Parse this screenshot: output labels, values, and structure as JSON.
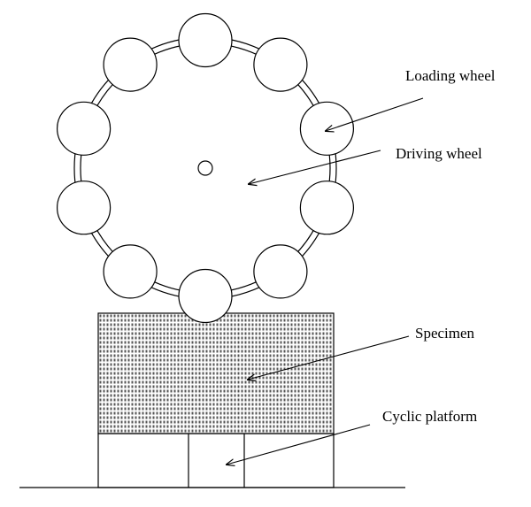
{
  "labels": {
    "loading_wheel": "Loading wheel",
    "driving_wheel": "Driving wheel",
    "specimen": "Specimen",
    "cyclic_platform": "Cyclic platform"
  },
  "loading_wheel_count": 10,
  "colors": {
    "line": "#000000",
    "background": "#ffffff",
    "specimen_dots": "#555555"
  }
}
